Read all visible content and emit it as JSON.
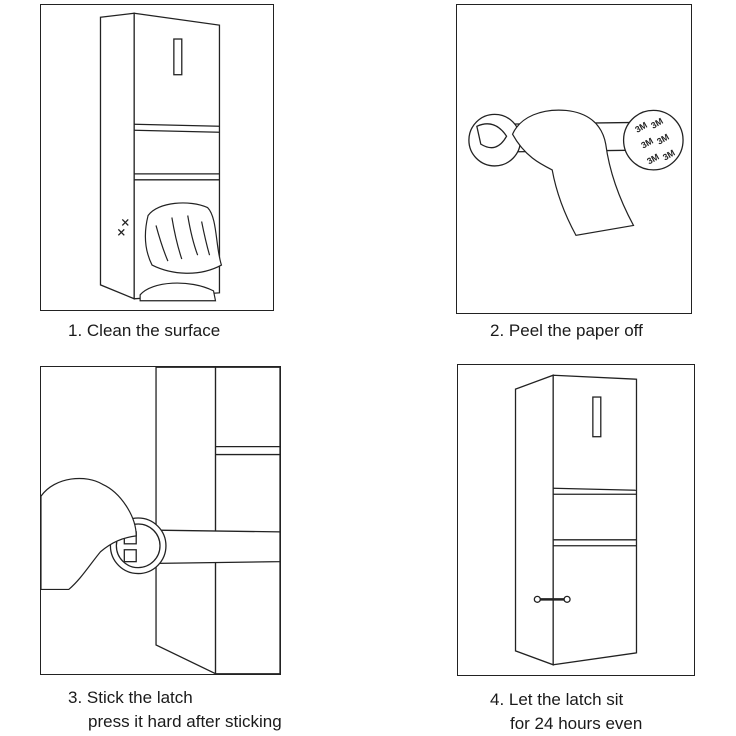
{
  "steps": [
    {
      "caption_line1": "1. Clean the surface",
      "caption_line2": ""
    },
    {
      "caption_line1": "2. Peel the paper off",
      "caption_line2": ""
    },
    {
      "caption_line1": "3. Stick the latch",
      "caption_line2": "press it hard after sticking"
    },
    {
      "caption_line1": "4. Let the latch sit",
      "caption_line2": "for 24 hours even"
    }
  ],
  "brand_mark": "3M",
  "colors": {
    "line": "#222222",
    "skin": "#f7e3cf",
    "paper": "#ffffff"
  }
}
